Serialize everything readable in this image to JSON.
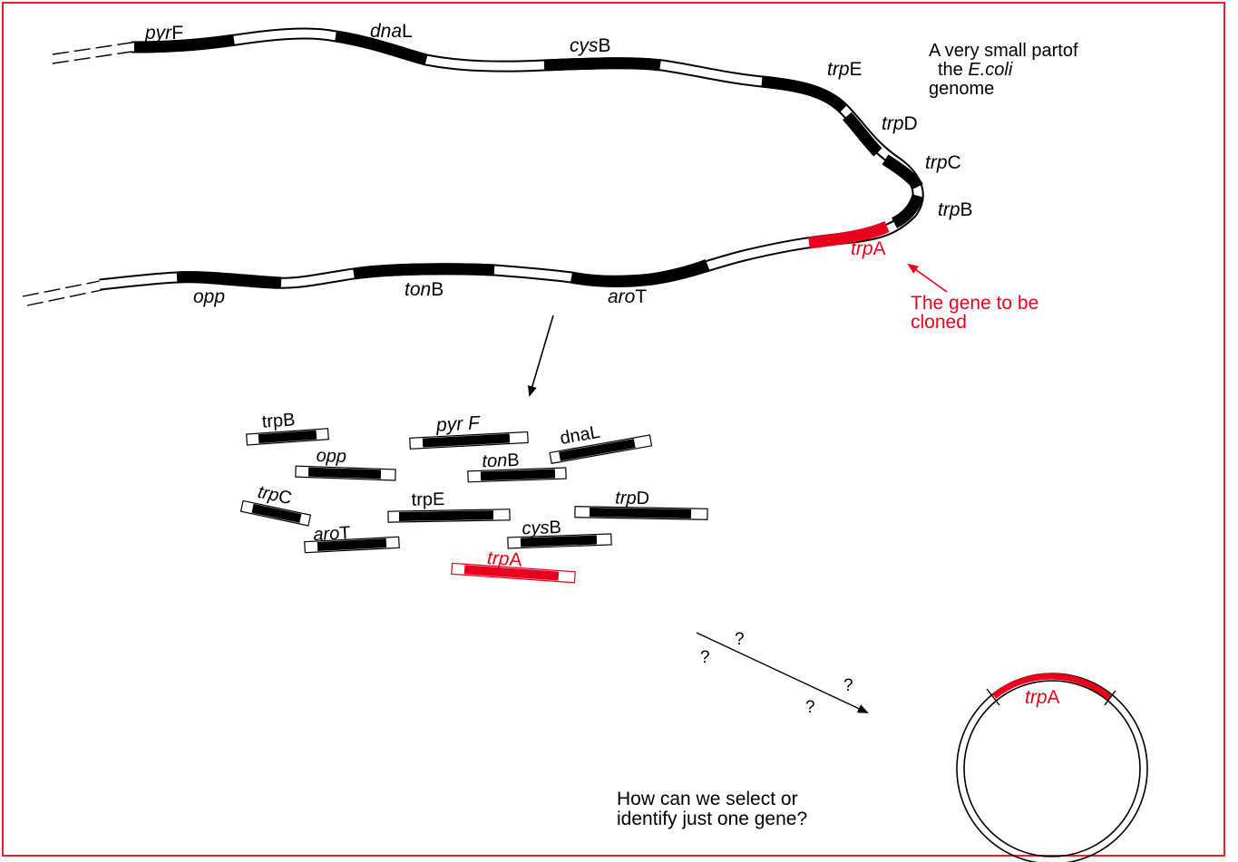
{
  "colors": {
    "frame": "#e8202a",
    "highlight": "#e8001c",
    "dna": "#000000"
  },
  "genome": {
    "note_line1": "A very small partof",
    "note_line2_prefix": "the ",
    "note_line2_italic": "E.coli",
    "note_line3": "genome",
    "upper_genes": [
      {
        "italic": "pyr",
        "plain": "F"
      },
      {
        "italic": "dna",
        "plain": "L"
      },
      {
        "italic": "cys",
        "plain": "B"
      },
      {
        "italic": "trp",
        "plain": "E"
      },
      {
        "italic": "trp",
        "plain": "D"
      },
      {
        "italic": "trp",
        "plain": "C"
      },
      {
        "italic": "trp",
        "plain": "B"
      }
    ],
    "lower_genes": [
      {
        "italic": "opp",
        "plain": ""
      },
      {
        "italic": "ton",
        "plain": "B"
      },
      {
        "italic": "aro",
        "plain": "T"
      }
    ],
    "target_gene": {
      "italic": "trp",
      "plain": "A"
    },
    "target_note_line1": "The gene to be",
    "target_note_line2": "cloned"
  },
  "fragments": [
    {
      "italic": "",
      "plain": "trpB"
    },
    {
      "italic": "",
      "plain": "pyr F"
    },
    {
      "italic": "",
      "plain": "dnaL"
    },
    {
      "italic": "opp",
      "plain": ""
    },
    {
      "italic": "ton",
      "plain": "B"
    },
    {
      "italic": "trp",
      "plain": "C"
    },
    {
      "italic": "",
      "plain": "trpE"
    },
    {
      "italic": "trp",
      "plain": "D"
    },
    {
      "italic": "aro",
      "plain": "T"
    },
    {
      "italic": "cys",
      "plain": "B"
    },
    {
      "italic": "trp",
      "plain": "A"
    }
  ],
  "question_marks": [
    "?",
    "?",
    "?",
    "?"
  ],
  "plasmid_gene": {
    "italic": "trp",
    "plain": "A"
  },
  "question_line1": "How can we select or",
  "question_line2": "identify just one gene?"
}
